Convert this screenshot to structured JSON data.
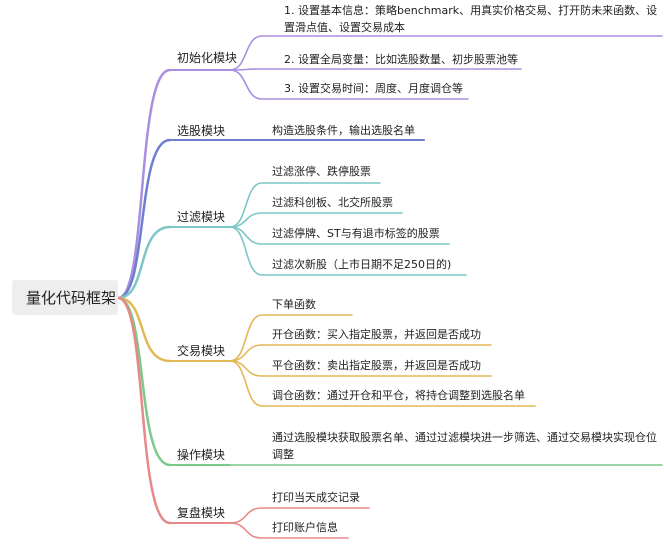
{
  "root": {
    "label": "量化代码框架"
  },
  "branches": [
    {
      "label": "初始化模块",
      "color": "#a98fe0",
      "leaves": [
        "1. 设置基本信息：策略benchmark、用真实价格交易、打开防未来函数、设置滑点值、设置交易成本",
        "2. 设置全局变量：比如选股数量、初步股票池等",
        "3. 设置交易时间：周度、月度调仓等"
      ]
    },
    {
      "label": "选股模块",
      "color": "#6f7fd0",
      "leaves": [
        "构造选股条件，输出选股名单"
      ]
    },
    {
      "label": "过滤模块",
      "color": "#7cc6c8",
      "leaves": [
        "过滤涨停、跌停股票",
        "过滤科创板、北交所股票",
        "过滤停牌、ST与有退市标签的股票",
        "过滤次新股（上市日期不足250日的)"
      ]
    },
    {
      "label": "交易模块",
      "color": "#e2b957",
      "leaves": [
        "下单函数",
        "开仓函数：买入指定股票，并返回是否成功",
        "平仓函数：卖出指定股票，并返回是否成功",
        "调仓函数：通过开仓和平仓，将持仓调整到选股名单"
      ]
    },
    {
      "label": "操作模块",
      "color": "#7cc98a",
      "leaves": [
        "通过选股模块获取股票名单、通过过滤模块进一步筛选、通过交易模块实现仓位调整"
      ]
    },
    {
      "label": "复盘模块",
      "color": "#e88888",
      "leaves": [
        "打印当天成交记录",
        "打印账户信息"
      ]
    }
  ]
}
